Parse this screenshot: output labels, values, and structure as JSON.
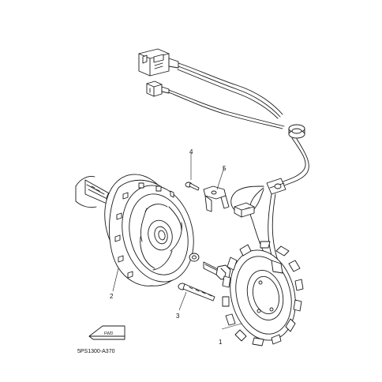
{
  "diagram": {
    "callouts": [
      {
        "id": "1",
        "label": "1"
      },
      {
        "id": "2",
        "label": "2"
      },
      {
        "id": "3",
        "label": "3"
      },
      {
        "id": "4",
        "label": "4"
      },
      {
        "id": "5",
        "label": "5"
      }
    ],
    "figure_code": "5PS1300-A370",
    "front_marker": "FWD"
  }
}
